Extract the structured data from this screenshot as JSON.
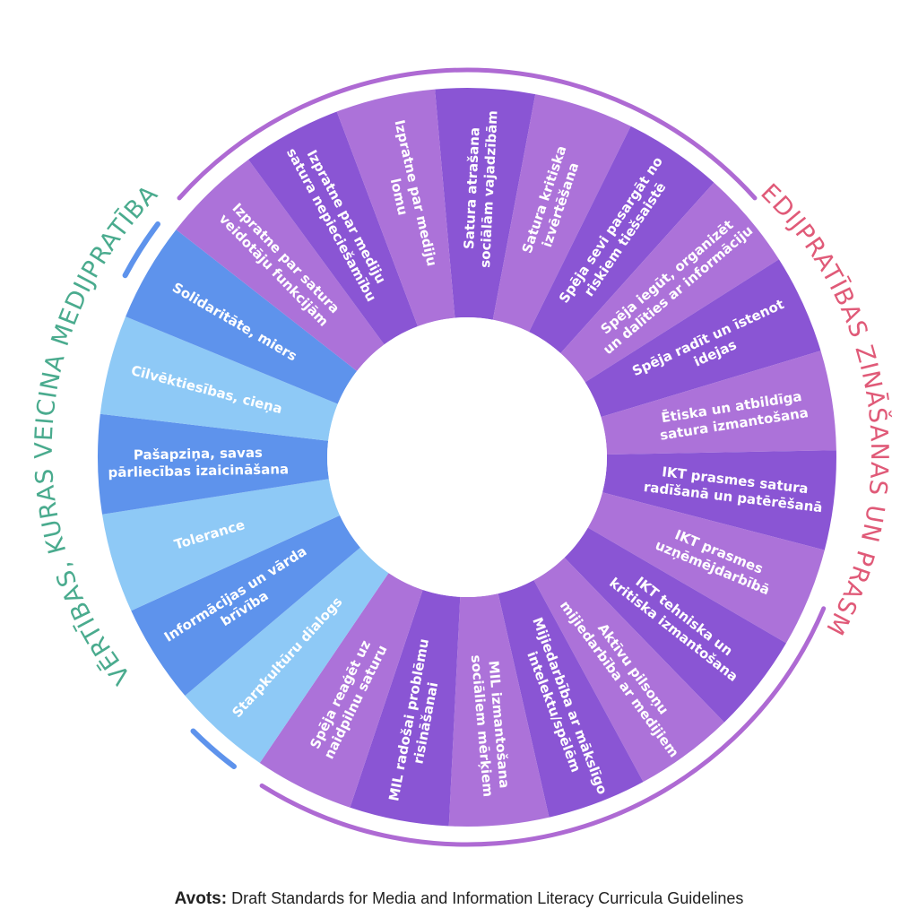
{
  "colors": {
    "purple_dark": "#8a55d4",
    "purple_light": "#ac72d9",
    "blue_mid": "#5e93ec",
    "blue_light": "#8ec9f6",
    "title_teal": "#4aab8e",
    "title_pink": "#e05a78",
    "ring_purple": "#ae6ad3",
    "ring_blue": "#5e93ec"
  },
  "titles": {
    "values": "VĒRTĪBAS, KURAS VEICINA MEDIJPRATĪBA",
    "knowledge": "MEDIJPRATĪBAS ZINĀŠANAS UN PRASMES"
  },
  "segments": [
    {
      "name": "satura-atrasana",
      "lines": [
        "Satura atrašana",
        "sociālām vajadzībām"
      ],
      "color": "purple_dark"
    },
    {
      "name": "satura-kritiska-izvertesana",
      "lines": [
        "Satura kritiska",
        "izvērtēšana"
      ],
      "color": "purple_light"
    },
    {
      "name": "speja-sevi-pasargat",
      "lines": [
        "Spēja sevi pasargāt no",
        "riskiem tiešsaistē"
      ],
      "color": "purple_dark"
    },
    {
      "name": "speja-iegut",
      "lines": [
        "Spēja iegūt, organizēt",
        "un dalīties ar informāciju"
      ],
      "color": "purple_light"
    },
    {
      "name": "speja-radit",
      "lines": [
        "Spēja radīt un īstenot",
        "idejas"
      ],
      "color": "purple_dark"
    },
    {
      "name": "etiska-izmantosana",
      "lines": [
        "Ētiska un atbildīga",
        "satura izmantošana"
      ],
      "color": "purple_light"
    },
    {
      "name": "ikt-prasmes-satura",
      "lines": [
        "IKT prasmes satura",
        "radīšanā un patērēšanā"
      ],
      "color": "purple_dark"
    },
    {
      "name": "ikt-prasmes-uznemejdarbiba",
      "lines": [
        "IKT prasmes",
        "uzņēmējdarbībā"
      ],
      "color": "purple_light"
    },
    {
      "name": "ikt-tehniska",
      "lines": [
        "IKT tehniska un",
        "kritiska izmantošana"
      ],
      "color": "purple_dark"
    },
    {
      "name": "aktivu-pilsonu",
      "lines": [
        "Aktīvu pilsoņu",
        "mijiedarbība ar medijiem"
      ],
      "color": "purple_light"
    },
    {
      "name": "mijiedarbiba-intelektu",
      "lines": [
        "Mijiedarbība ar mākslīgo",
        "intelektu/spēlēm"
      ],
      "color": "purple_dark"
    },
    {
      "name": "mil-izmantosana",
      "lines": [
        "MIL izmantošana",
        "sociāliem mērķiem"
      ],
      "color": "purple_light"
    },
    {
      "name": "mil-radosai",
      "lines": [
        "MIL radošai problēmu",
        "risināšanai"
      ],
      "color": "purple_dark"
    },
    {
      "name": "speja-reaget",
      "lines": [
        "Spēja reaģēt uz",
        "naidpilnu saturu"
      ],
      "color": "purple_light"
    },
    {
      "name": "starpkulturu-dialogs",
      "lines": [
        "Starpkultūru dialogs"
      ],
      "color": "blue_light"
    },
    {
      "name": "informacijas-brviba",
      "lines": [
        "Informācijas un vārda",
        "brīvība"
      ],
      "color": "blue_mid"
    },
    {
      "name": "tolerance",
      "lines": [
        "Tolerance"
      ],
      "color": "blue_light"
    },
    {
      "name": "pasapzina",
      "lines": [
        "Pašapziņa, savas",
        "pārliecības izaicināšana"
      ],
      "color": "blue_mid"
    },
    {
      "name": "cilvektiesibas",
      "lines": [
        "Cilvēktiesības, cieņa"
      ],
      "color": "blue_light"
    },
    {
      "name": "solidaritate",
      "lines": [
        "Solidaritāte, miers"
      ],
      "color": "blue_mid"
    },
    {
      "name": "izpratne-satura-veidotaju",
      "lines": [
        "Izpratne par satura",
        "veidotāju funkcijām"
      ],
      "color": "purple_light"
    },
    {
      "name": "izpratne-mediju-satura",
      "lines": [
        "Izpratne par mediju",
        "satura nepieciešamību"
      ],
      "color": "purple_dark"
    },
    {
      "name": "izpratne-mediju-lomu",
      "lines": [
        "Izpratne par mediju",
        "lomu"
      ],
      "color": "purple_light"
    }
  ],
  "source": {
    "label": "Avots:",
    "text": "Draft Standards for Media and Information Literacy Curricula Guidelines"
  }
}
